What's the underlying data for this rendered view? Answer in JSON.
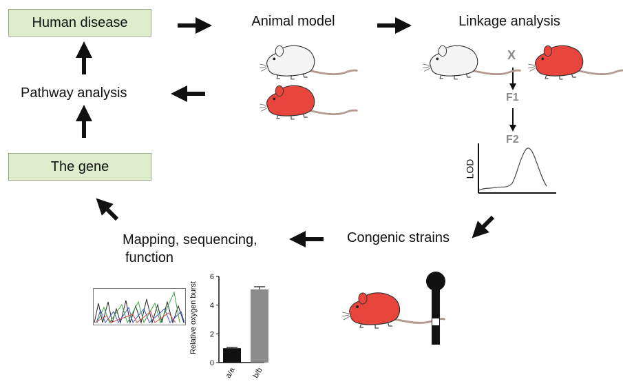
{
  "boxes": {
    "human_disease": "Human disease",
    "the_gene": "The gene"
  },
  "labels": {
    "pathway_analysis": "Pathway analysis",
    "animal_model": "Animal model",
    "linkage_analysis": "Linkage analysis",
    "cross_symbol": "X",
    "f1": "F1",
    "f2": "F2",
    "lod_label": "LOD",
    "congenic_strains": "Congenic strains",
    "mapping_line1": "Mapping, sequencing,",
    "mapping_line2": "function"
  },
  "colors": {
    "box_fill": "#dfeccb",
    "red_rat": "#e8453c",
    "white_rat": "#f4f4f4",
    "bar_ab": "#111111",
    "bar_bb": "#8c8c8c"
  },
  "chart_data": {
    "type": "bar",
    "categories": [
      "a/a",
      "b/b"
    ],
    "values": [
      1.0,
      5.1
    ],
    "errors": [
      0.05,
      0.18
    ],
    "ylabel": "Relative oxygen burst",
    "ylim": [
      0,
      6
    ],
    "yticks": [
      0,
      2,
      4,
      6
    ]
  }
}
